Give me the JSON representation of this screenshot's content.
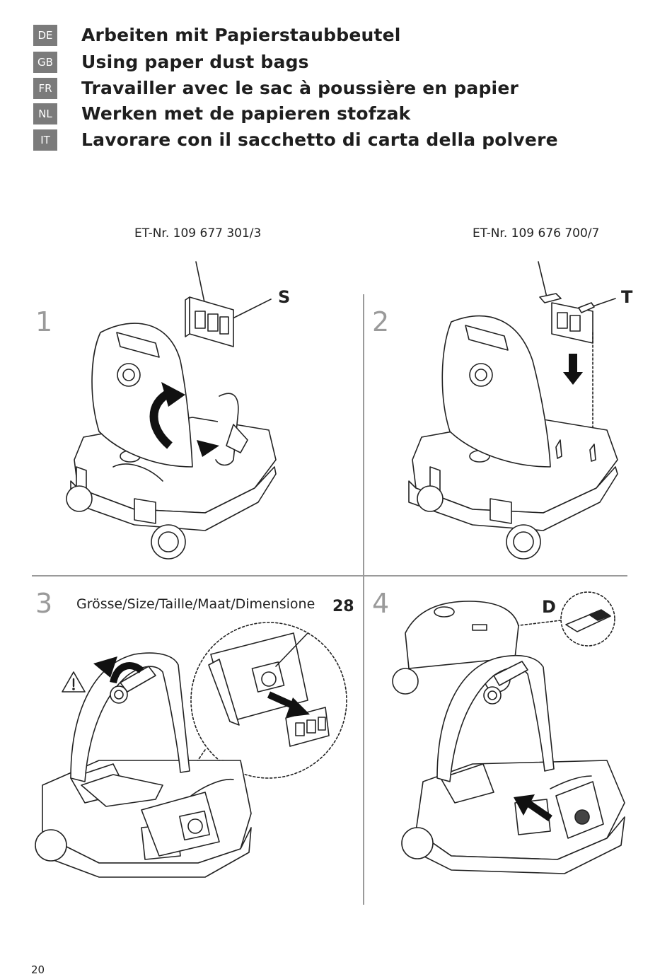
{
  "header": {
    "rows": [
      {
        "code": "DE",
        "title": "Arbeiten mit Papierstaubbeutel"
      },
      {
        "code": "GB",
        "title": "Using paper dust bags"
      },
      {
        "code": "FR",
        "title": "Travailler avec le sac à poussière en papier"
      },
      {
        "code": "NL",
        "title": "Werken met de papieren stofzak"
      },
      {
        "code": "IT",
        "title": "Lavorare con il sacchetto di carta della polvere"
      }
    ]
  },
  "parts": {
    "left": "ET-Nr. 109 677 301/3",
    "right": "ET-Nr. 109 676 700/7"
  },
  "steps": {
    "s1": {
      "number": "1",
      "callout": "S"
    },
    "s2": {
      "number": "2",
      "callout": "T"
    },
    "s3": {
      "number": "3",
      "size_label": "Grösse/Size/Taille/Maat/Dimensione",
      "size_value": "28"
    },
    "s4": {
      "number": "4",
      "callout": "D"
    }
  },
  "icons": {
    "warning": "warning-triangle-icon",
    "arrow": "arrow-icon"
  },
  "page_number": "20"
}
